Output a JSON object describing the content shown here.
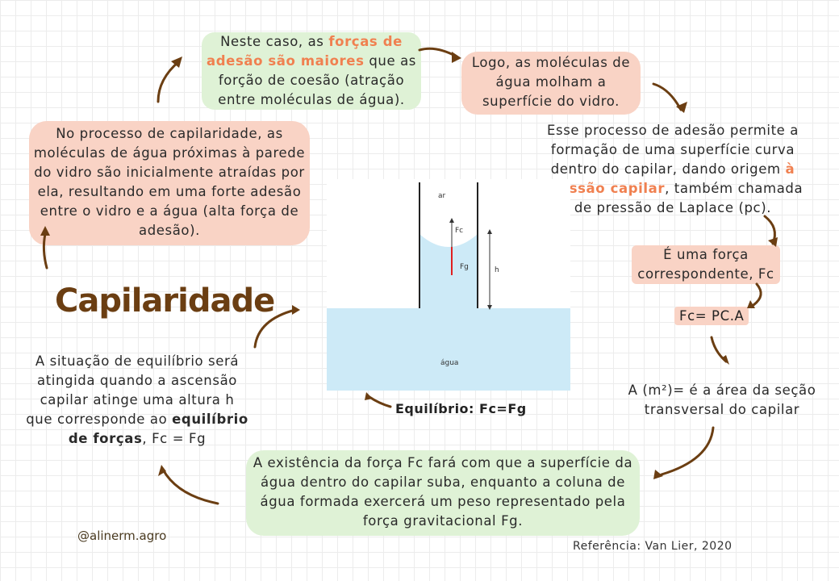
{
  "title": "Capilaridade",
  "handle": "@alinerm.agro",
  "reference": "Referência: Van Lier, 2020",
  "box_adhesion_process": "No processo de capilaridade, as moléculas de água próximas à parede do vidro são inicialmente atraídas por ela, resultando em uma forte adesão entre o vidro e a água (alta força de adesão).",
  "box_adhesion_greater": {
    "pre": "Neste caso, as ",
    "highlight": "forças de adesão são maiores",
    "post": " que as forção de coesão (atração entre moléculas de água)."
  },
  "box_wet": "Logo, as moléculas de água molham a superfície do vidro.",
  "box_laplace": {
    "pre": "Esse processo de adesão permite a formação de uma superfície curva dentro do capilar, dando origem ",
    "highlight": "à pressão capilar",
    "post": ", também chamada de pressão de Laplace (pc)."
  },
  "tag_force": "É uma força correspondente, Fc",
  "tag_formula": "Fc= PC.A",
  "box_area": "A (m²)= é a área da seção transversal do capilar",
  "box_column": "A existência da força Fc fará com que a superfície da água dentro do capilar suba, enquanto a coluna de água formada exercerá um peso representado pela força gravitacional Fg.",
  "box_equilibrium": {
    "pre": "A situação de equilíbrio será atingida quando a ascensão capilar atinge uma altura h que corresponde ao ",
    "bold": "equilíbrio de forças",
    "post": ", Fc = Fg"
  },
  "equilibrium_caption": "Equilíbrio: Fc=Fg",
  "figure": {
    "label_air": "ar",
    "label_fc": "Fc",
    "label_fg": "Fg",
    "label_h": "h",
    "label_water": "água"
  },
  "colors": {
    "pink": "#f9d3c5",
    "green": "#dff2d6",
    "highlight": "#f08050",
    "title": "#6b3e12",
    "water": "#cdeaf7",
    "arrow": "#6b3e12"
  }
}
